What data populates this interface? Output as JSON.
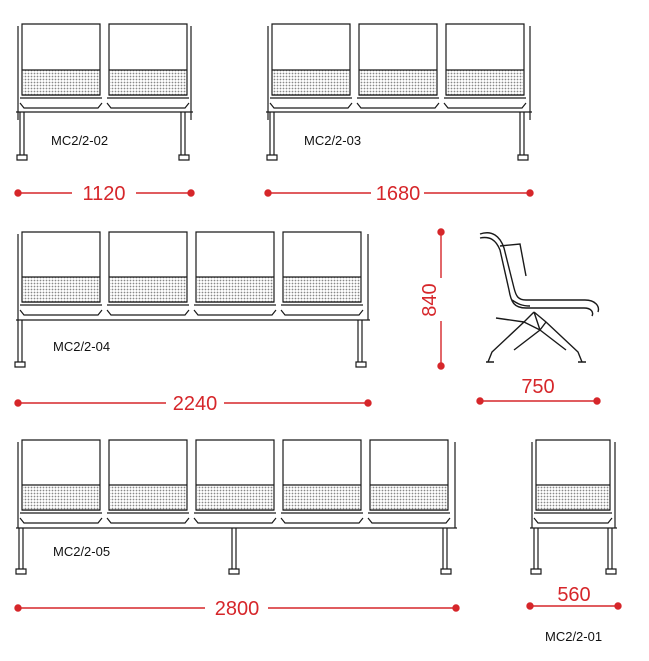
{
  "colors": {
    "line": "#1a1a1a",
    "dimension": "#d6262a",
    "mesh": "#888888",
    "background": "#ffffff"
  },
  "models": [
    {
      "code": "MC2/2-02",
      "seats": 2,
      "width": "1120"
    },
    {
      "code": "MC2/2-03",
      "seats": 3,
      "width": "1680"
    },
    {
      "code": "MC2/2-04",
      "seats": 4,
      "width": "2240"
    },
    {
      "code": "MC2/2-05",
      "seats": 5,
      "width": "2800"
    },
    {
      "code": "MC2/2-01",
      "seats": 1,
      "width": "560"
    }
  ],
  "side_view": {
    "height": "840",
    "depth": "750"
  }
}
